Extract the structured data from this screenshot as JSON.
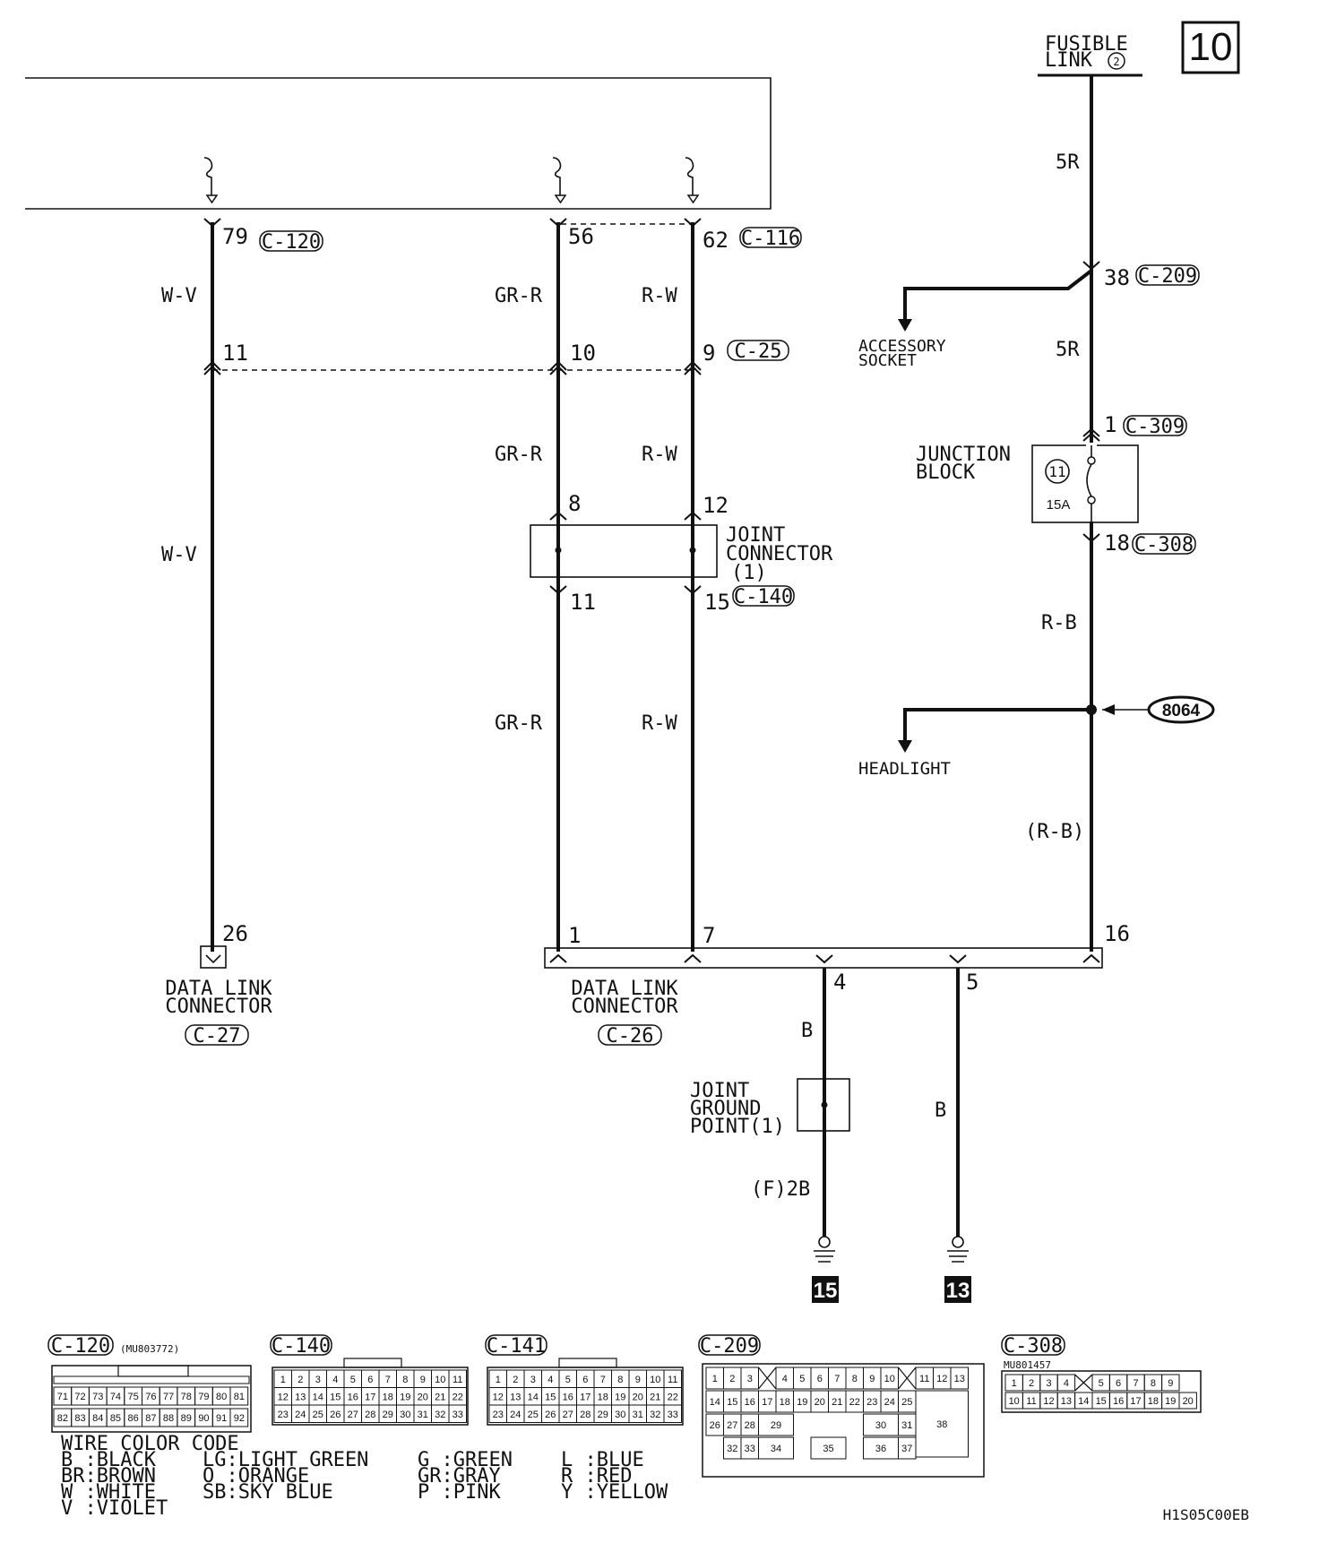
{
  "page_number": "10",
  "fusible_link": {
    "line1": "FUSIBLE",
    "line2": "LINK",
    "num": "2"
  },
  "wires": {
    "wv": "W-V",
    "grr": "GR-R",
    "rw": "R-W",
    "r5": "5R",
    "rb": "R-B",
    "rb_paren": "(R-B)",
    "b": "B",
    "f2b": "(F)2B"
  },
  "pins": {
    "p79": "79",
    "p56": "56",
    "p62": "62",
    "p11a": "11",
    "p10": "10",
    "p9": "9",
    "p8": "8",
    "p12": "12",
    "p11b": "11",
    "p15": "15",
    "p26": "26",
    "p1": "1",
    "p7": "7",
    "p4": "4",
    "p5": "5",
    "p16": "16",
    "p38": "38",
    "p1b": "1",
    "p18": "18"
  },
  "connectors": {
    "c120": "C-120",
    "c116": "C-116",
    "c25": "C-25",
    "c140": "C-140",
    "c209": "C-209",
    "c309": "C-309",
    "c308": "C-308",
    "c27": "C-27",
    "c26": "C-26",
    "c141": "C-141"
  },
  "labels": {
    "accessory": [
      "ACCESSORY",
      "SOCKET"
    ],
    "junction": [
      "JUNCTION",
      "BLOCK"
    ],
    "fuse_num": "11",
    "fuse_amp": "15A",
    "joint_connector": [
      "JOINT",
      "CONNECTOR",
      "(1)"
    ],
    "splice": "8064",
    "headlight": "HEADLIGHT",
    "dlc": [
      "DATA LINK",
      "CONNECTOR"
    ],
    "jgp": [
      "JOINT",
      "GROUND",
      "POINT(1)"
    ],
    "ground_15": "15",
    "ground_13": "13"
  },
  "part_numbers": {
    "c120": "(MU803772)",
    "c308": "MU801457"
  },
  "wire_color_code": {
    "title": "WIRE COLOR CODE",
    "col1": [
      "B :BLACK",
      "BR:BROWN",
      "W :WHITE",
      "V :VIOLET"
    ],
    "col2": [
      "LG:LIGHT GREEN",
      "O :ORANGE",
      "SB:SKY BLUE"
    ],
    "col3": [
      "G :GREEN",
      "GR:GRAY",
      "P :PINK"
    ],
    "col4": [
      "L :BLUE",
      "R :RED",
      "Y :YELLOW"
    ]
  },
  "doc_code": "H1S05C00EB",
  "connector_views": {
    "c120": {
      "row1": [
        "71",
        "72",
        "73",
        "74",
        "75",
        "76",
        "77",
        "78",
        "79",
        "80",
        "81"
      ],
      "row2": [
        "82",
        "83",
        "84",
        "85",
        "86",
        "87",
        "88",
        "89",
        "90",
        "91",
        "92"
      ]
    },
    "c140": {
      "row1": [
        "1",
        "2",
        "3",
        "4",
        "5",
        "6",
        "7",
        "8",
        "9",
        "10",
        "11"
      ],
      "row2": [
        "12",
        "13",
        "14",
        "15",
        "16",
        "17",
        "18",
        "19",
        "20",
        "21",
        "22"
      ],
      "row3": [
        "23",
        "24",
        "25",
        "26",
        "27",
        "28",
        "29",
        "30",
        "31",
        "32",
        "33"
      ]
    },
    "c209": {
      "row1a": [
        "1",
        "2",
        "3"
      ],
      "row1b": [
        "4",
        "5",
        "6",
        "7",
        "8",
        "9",
        "10"
      ],
      "row1c": [
        "11",
        "12",
        "13"
      ],
      "row2": [
        "14",
        "15",
        "16",
        "17",
        "18",
        "19",
        "20",
        "21",
        "22",
        "23",
        "24",
        "25"
      ],
      "row3": [
        "26",
        "27",
        "28",
        "29",
        "30",
        "31",
        "38"
      ],
      "row4": [
        "32",
        "33",
        "34",
        "35",
        "36",
        "37"
      ]
    },
    "c308": {
      "row1a": [
        "1",
        "2",
        "3",
        "4"
      ],
      "row1b": [
        "5",
        "6",
        "7",
        "8",
        "9"
      ],
      "row2": [
        "10",
        "11",
        "12",
        "13",
        "14",
        "15",
        "16",
        "17",
        "18",
        "19",
        "20"
      ]
    }
  }
}
